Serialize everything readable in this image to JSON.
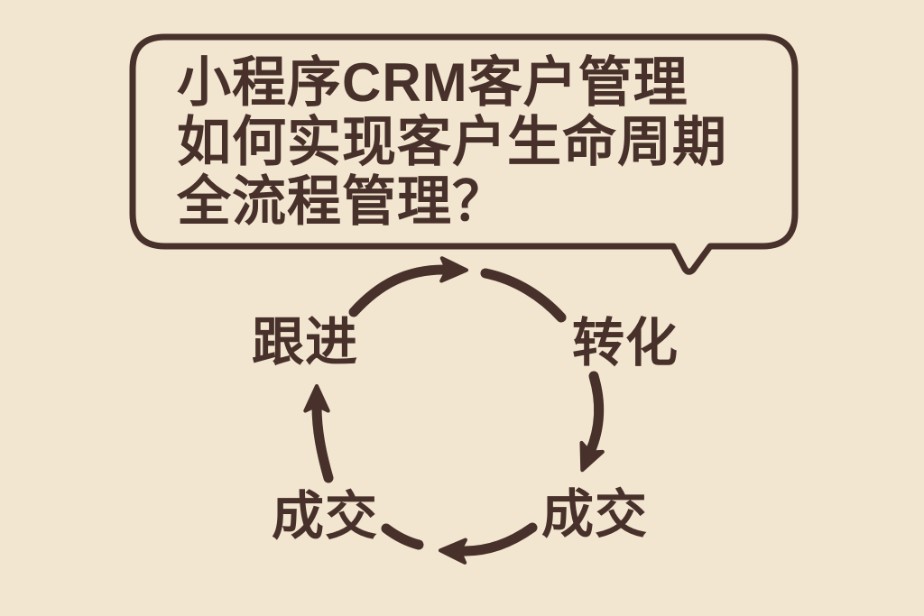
{
  "colors": {
    "background": "#f3e6d1",
    "ink": "#47312a"
  },
  "speech_bubble": {
    "lines": [
      "小程序CRM客户管理",
      "如何实现客户生命周期",
      "全流程管理？"
    ]
  },
  "cycle": {
    "direction": "clockwise",
    "stages": [
      {
        "id": "follow-up",
        "label": "跟进"
      },
      {
        "id": "conversion",
        "label": "转化"
      },
      {
        "id": "deal-right",
        "label": "成交"
      },
      {
        "id": "deal-left",
        "label": "成交"
      }
    ]
  }
}
